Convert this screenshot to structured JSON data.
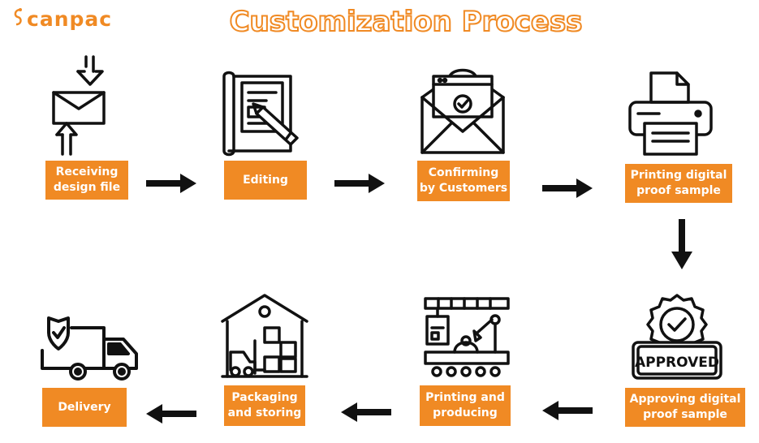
{
  "brand": {
    "logo_text": "canpac",
    "icon": "canpac-logo-icon"
  },
  "title": "Customization Process",
  "colors": {
    "accent": "#f08a24",
    "icon": "#111111",
    "box_text": "#ffffff",
    "background": "#ffffff"
  },
  "steps": [
    {
      "label": "Receiving\ndesign file",
      "icon": "mail-exchange-icon"
    },
    {
      "label": "Editing",
      "icon": "blueprint-pencil-icon"
    },
    {
      "label": "Confirming\nby Customers",
      "icon": "envelope-check-icon"
    },
    {
      "label": "Printing digital\nproof sample",
      "icon": "printer-icon"
    },
    {
      "label": "Approving digital\nproof sample",
      "icon": "approved-stamp-icon"
    },
    {
      "label": "Printing and\nproducing",
      "icon": "production-machine-icon"
    },
    {
      "label": "Packaging\nand storing",
      "icon": "warehouse-icon"
    },
    {
      "label": "Delivery",
      "icon": "delivery-truck-icon"
    }
  ],
  "stamp_text": "APPROVED"
}
